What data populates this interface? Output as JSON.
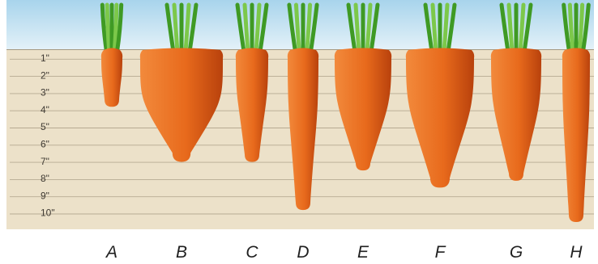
{
  "depth_labels": [
    "1\"",
    "2\"",
    "3\"",
    "4\"",
    "5\"",
    "6\"",
    "7\"",
    "8\"",
    "9\"",
    "10\""
  ],
  "varieties": [
    {
      "label": "A",
      "depth_in": 3.3
    },
    {
      "label": "B",
      "depth_in": 6.5
    },
    {
      "label": "C",
      "depth_in": 6.5
    },
    {
      "label": "D",
      "depth_in": 9.3
    },
    {
      "label": "E",
      "depth_in": 7.0
    },
    {
      "label": "F",
      "depth_in": 8.0
    },
    {
      "label": "G",
      "depth_in": 7.6
    },
    {
      "label": "H",
      "depth_in": 10.0
    }
  ],
  "colors": {
    "sky_top": "#a8d4ec",
    "sky_bottom": "#e3f1f8",
    "soil": "#ece1c9",
    "soil_line": "#a49880",
    "carrot_light": "#f28a3c",
    "carrot_mid": "#e86a1c",
    "carrot_dark": "#b8410c",
    "leaf": "#3f9a24",
    "leaf_light": "#7cc84a"
  }
}
